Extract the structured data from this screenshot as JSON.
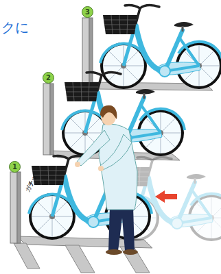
{
  "diagram": {
    "nodes": [
      {
        "text": [
          "3"
        ]
      },
      {
        "text": [
          "2"
        ]
      },
      {
        "text": [
          "1"
        ]
      }
    ],
    "labels": [
      "クに",
      "ガチッ"
    ]
  }
}
